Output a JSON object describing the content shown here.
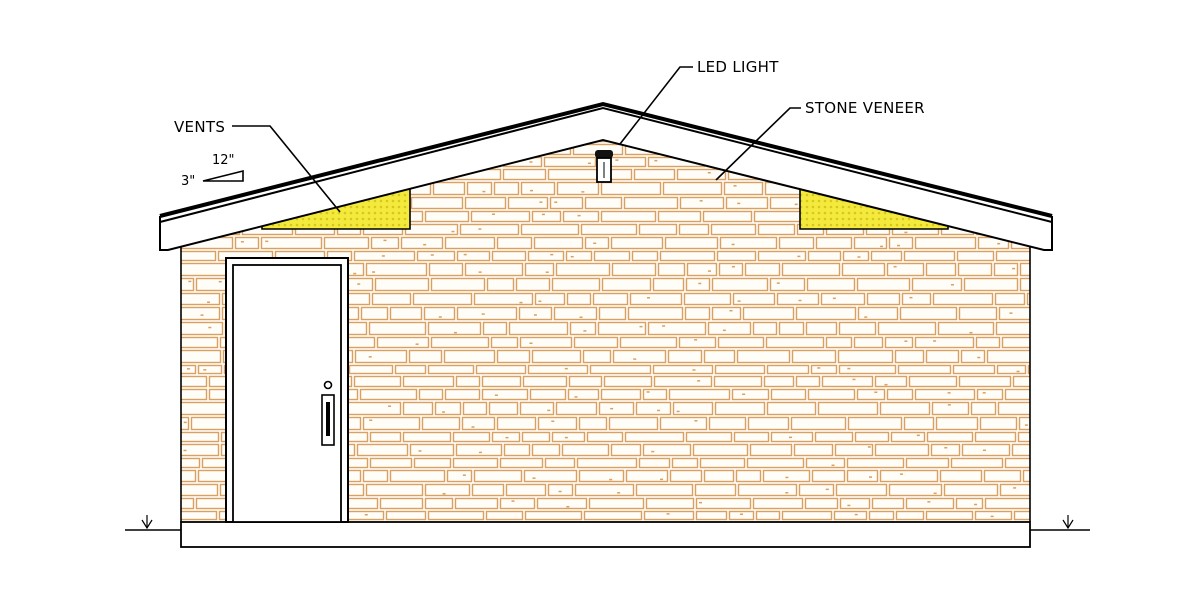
{
  "labels": {
    "vents": "VENTS",
    "led_light": "LED LIGHT",
    "stone_veneer": "STONE VENEER"
  },
  "roof_pitch": {
    "run": "12\"",
    "rise": "3\""
  },
  "colors": {
    "stone_outline": "#d9a060",
    "stone_face": "#fffdf8",
    "vent_fill": "#f0e640",
    "line": "#000000",
    "door_fill": "#ffffff"
  }
}
